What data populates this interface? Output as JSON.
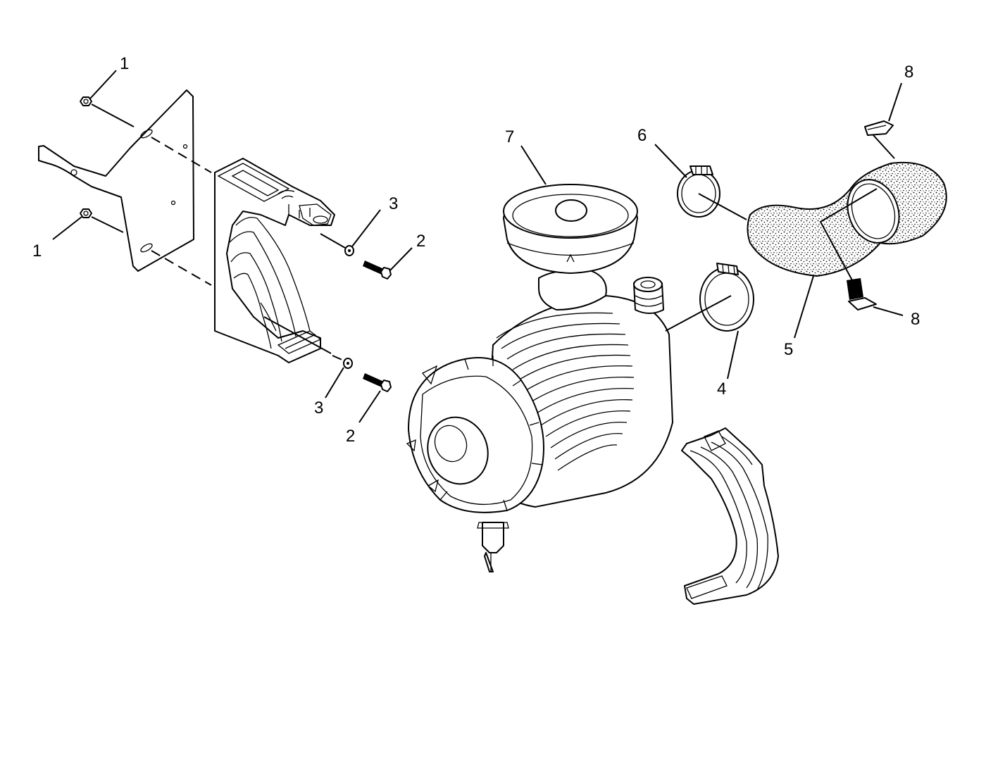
{
  "diagram": {
    "callouts": [
      {
        "id": "c1a",
        "text": "1"
      },
      {
        "id": "c1b",
        "text": "1"
      },
      {
        "id": "c2a",
        "text": "2"
      },
      {
        "id": "c2b",
        "text": "2"
      },
      {
        "id": "c3a",
        "text": "3"
      },
      {
        "id": "c3b",
        "text": "3"
      },
      {
        "id": "c4",
        "text": "4"
      },
      {
        "id": "c5",
        "text": "5"
      },
      {
        "id": "c6",
        "text": "6"
      },
      {
        "id": "c7",
        "text": "7"
      },
      {
        "id": "c8a",
        "text": "8"
      },
      {
        "id": "c8b",
        "text": "8"
      }
    ]
  },
  "colors": {
    "ink": "#000000",
    "background": "#ffffff",
    "hose_fill": "#d9d9d9"
  }
}
